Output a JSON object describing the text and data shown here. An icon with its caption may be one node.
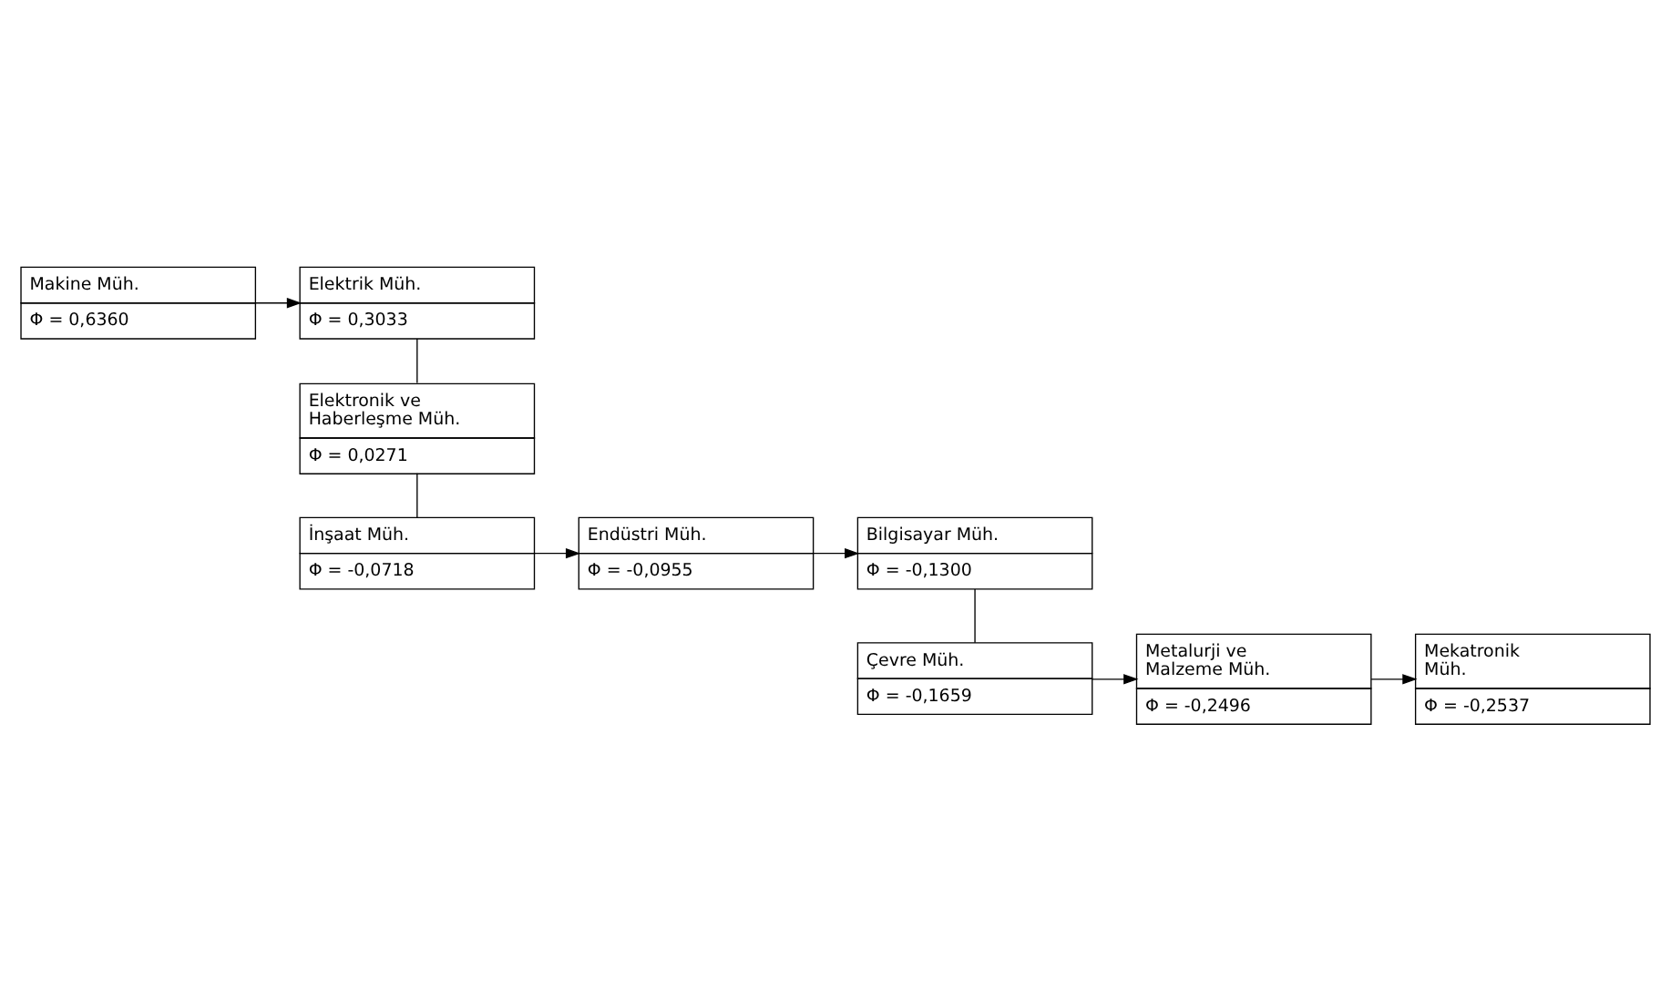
{
  "diagram": {
    "nodes": [
      {
        "text": [
          "Makine Müh.",
          "Φ = 0,6360"
        ]
      },
      {
        "text": [
          "Elektrik Müh.",
          "Φ = 0,3033"
        ]
      },
      {
        "text": [
          "Elektronik ve Haberleşme Müh.",
          "Φ = 0,0271"
        ]
      },
      {
        "text": [
          "İnşaat Müh.",
          "Φ = -0,0718"
        ]
      },
      {
        "text": [
          "Endüstri Müh.",
          "Φ = -0,0955"
        ]
      },
      {
        "text": [
          "Bilgisayar Müh.",
          "Φ = -0,1300"
        ]
      },
      {
        "text": [
          "Çevre Müh.",
          "Φ = -0,1659"
        ]
      },
      {
        "text": [
          "Metalurji ve Malzeme Müh.",
          "Φ = -0,2496"
        ]
      },
      {
        "text": [
          "Mekatronik Müh.",
          "Φ = -0,2537"
        ]
      }
    ],
    "edges": [
      {
        "from": 0,
        "to": 1,
        "arrow": "to"
      },
      {
        "from": 1,
        "to": 2,
        "arrow": "none"
      },
      {
        "from": 2,
        "to": 3,
        "arrow": "none"
      },
      {
        "from": 3,
        "to": 4,
        "arrow": "to"
      },
      {
        "from": 4,
        "to": 5,
        "arrow": "to"
      },
      {
        "from": 5,
        "to": 6,
        "arrow": "none"
      },
      {
        "from": 6,
        "to": 7,
        "arrow": "to"
      },
      {
        "from": 7,
        "to": 8,
        "arrow": "to"
      }
    ]
  }
}
